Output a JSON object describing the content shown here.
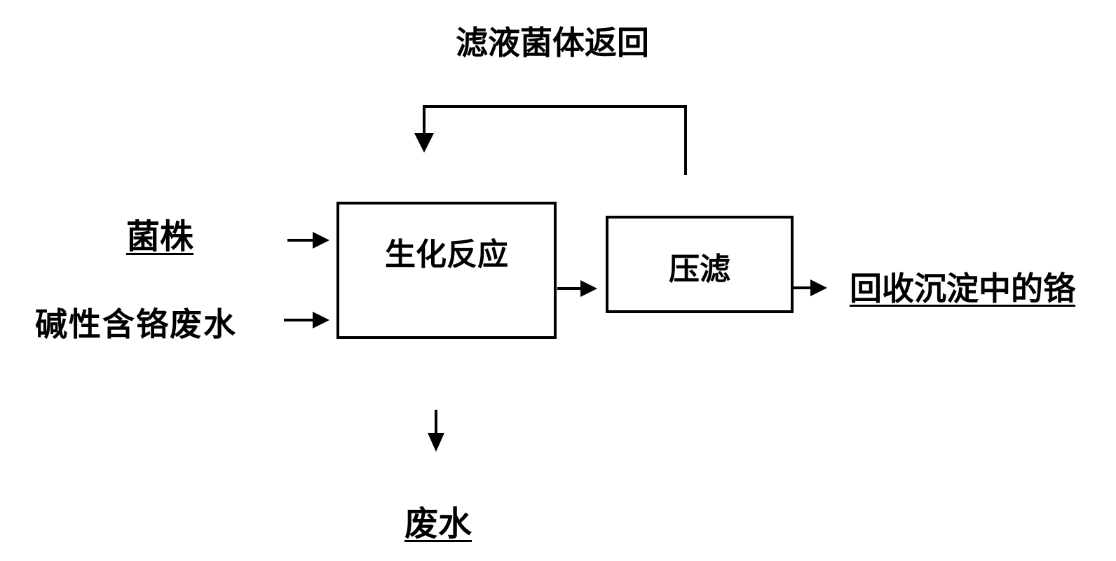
{
  "nodes": {
    "bioreaction": "生化反应",
    "press_filter": "压滤"
  },
  "inputs": {
    "strain": "菌株",
    "wastewater": "碱性含铬废水"
  },
  "outputs": {
    "recovered": "回收沉淀中的铬",
    "waste": "废水"
  },
  "feedback": {
    "label": "滤液菌体返回"
  }
}
